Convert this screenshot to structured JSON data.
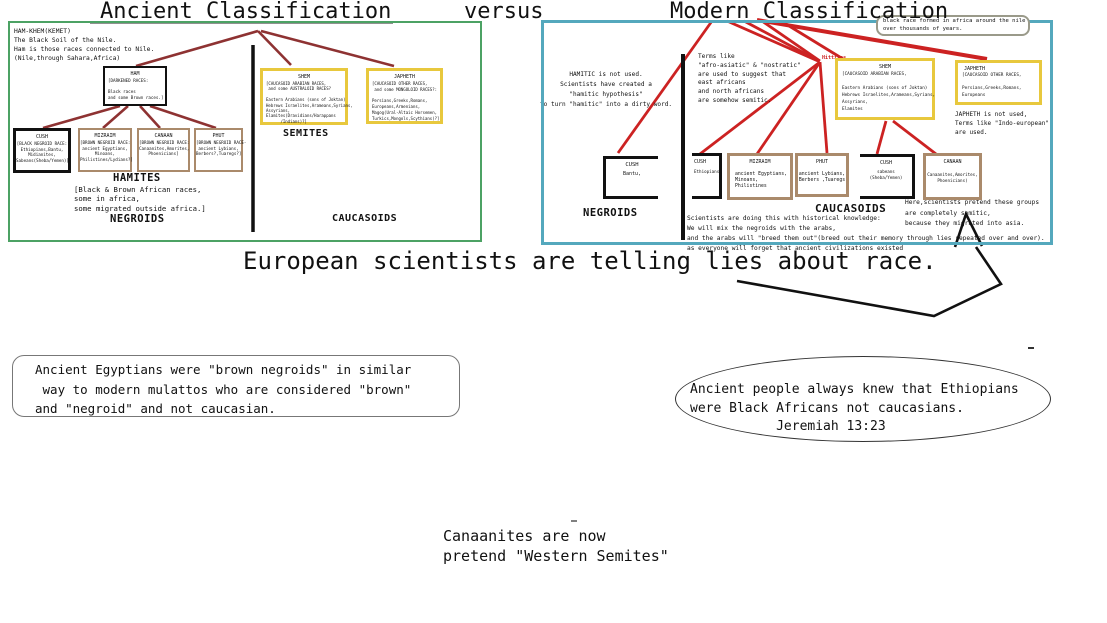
{
  "titles": {
    "ancient": "Ancient Classification",
    "versus": "versus",
    "modern": "Modern Classification"
  },
  "colors": {
    "ancient_border": "#4ca264",
    "modern_border": "#54a8bd",
    "ancient_tree_line": "#8e3232",
    "modern_tree_line": "#cc2222",
    "yellow_box_border": "#e8c83d",
    "brown_box_border": "#aa8a6b",
    "black_box_border": "#111111"
  },
  "ancient_panel": {
    "intro": [
      "HAM-KHEM(KEMET)",
      "The Black Soil of the Nile.",
      "Ham is those races connected to Nile.",
      "(Nile,through Sahara,Africa)"
    ],
    "ham_box": {
      "title": "HAM",
      "lines": [
        "[DARKENED RACES:",
        "",
        "Black races",
        "and some Brown races.]"
      ]
    },
    "cush_box": {
      "title": "CUSH",
      "lines": [
        "[BLACK NEGROID RACE:",
        "Ethiopians,Bantu,",
        "Midianites,",
        "Sabeans(Sheba/Yemen)]"
      ]
    },
    "mizraim_box": {
      "title": "MIZRAIM",
      "lines": [
        "[BROWN NEGROID RACE:",
        "ancient Egyptians,",
        "Minoans,",
        "Philistines/Lydians?]"
      ]
    },
    "canaan_box": {
      "title": "CANAAN",
      "lines": [
        "[BROWN NEGROID RACE:",
        "Canaanites,Amorites,",
        "Phoenicians]"
      ]
    },
    "phut_box": {
      "title": "PHUT",
      "lines": [
        "[BROWN NEGROID RACE-",
        "ancient Lybians,",
        "Berbers?,Tuaregs?]"
      ]
    },
    "hamites_label": "HAMITES",
    "hamites_note": [
      "[Black & Brown African races,",
      "some in africa,",
      "some migrated outside africa.]"
    ],
    "negroids_label": "NEGROIDS",
    "shem_box": {
      "title": "SHEM",
      "lines": [
        "[CAUCASOID ARABIAN RACES,",
        " and some AUSTRALOID RACES?",
        "",
        "Eastern Arabians (sons of Joktan)",
        "Hebrews Israelites,Arameans,Syrians,",
        "Assyrians,",
        "Elamites(Dravidians/Harappans",
        "      /Indians)?]"
      ]
    },
    "semites_label": "SEMITES",
    "japheth_box": {
      "title": "JAPHETH",
      "lines": [
        "[CAUCASOID OTHER RACES,",
        " and some MONGOLOID RACES?:",
        "",
        "Persians,Greeks,Romans,",
        "Europeans,Armenians,",
        "Magog(Ural-Altaic Horsemen,",
        "Turkics,Mongols,Scythians)?]"
      ]
    },
    "caucasoids_label": "CAUCASOIDS"
  },
  "modern_panel": {
    "bubble": [
      "black race formed in africa around the nile",
      "over thousands of years."
    ],
    "hamitic_note": [
      "HAMITIC is not used.",
      "Scientists have created a",
      "\"hamitic hypothesis\"",
      "to turn \"hamitic\" into a dirty word."
    ],
    "terms_note": [
      "Terms like",
      "\"afro-asiatic\" & \"nostratic\"",
      "are used to suggest that",
      "east africans",
      "and north africans",
      "are somehow semitic."
    ],
    "hittites_label": "Hittites",
    "shem_box": {
      "title": "SHEM",
      "lines": [
        "[CAUCASOID ARABIAN RACES,",
        "",
        "Eastern Arabians (sons of Joktan)",
        "Hebrews Israelites,Arameans,Syrians,",
        "Assyrians,",
        "Elamites"
      ]
    },
    "japheth_box": {
      "title": "JAPHETH",
      "lines": [
        "[CAUCASOID OTHER RACES,",
        "",
        "Persians,Greeks,Romans,",
        "Europeans"
      ]
    },
    "japheth_note": [
      "JAPHETH is not used,",
      "Terms like \"Indo-european\"",
      "are used."
    ],
    "cush1_box": {
      "title": "CUSH",
      "lines": [
        "Bantu,"
      ]
    },
    "cush2_box": {
      "title": "CUSH",
      "lines": [
        "Ethiopians."
      ]
    },
    "mizraim_box": {
      "title": "MIZRAIM",
      "lines": [
        "",
        "ancient Egyptians,",
        "Minoans,",
        "Philistines"
      ]
    },
    "phut_box": {
      "title": "PHUT",
      "lines": [
        "",
        "ancient Lybians,",
        "Berbers ,Tuaregs"
      ]
    },
    "cush3_box": {
      "title": "CUSH",
      "lines": [
        "sabeans",
        "(Sheba/Yemen)"
      ]
    },
    "canaan_box": {
      "title": "CANAAN",
      "lines": [
        "",
        "Canaanites,Amorites,",
        "Phoenicians)"
      ]
    },
    "negroids_label": "NEGROIDS",
    "caucasoids_label": "CAUCASOIDS",
    "pretend_note": [
      "Here,scientists pretend these groups",
      "are completely semitic,",
      "because they migrated into asia."
    ],
    "plan_note": [
      "Scientists are doing this with historical knowledge:",
      "We will mix the negroids with the arabs,",
      "and the arabs will \"breed them out\"(breed out their memory through lies repeated over and over).",
      "as everyone will forget that ancient civilizations existed"
    ]
  },
  "statements": {
    "lies": "European scientists are telling lies about race.",
    "egyptians_box": [
      "Ancient Egyptians were \"brown negroids\" in similar",
      " way to modern mulattos who are considered \"brown\"",
      "and \"negroid\" and not caucasian."
    ],
    "ethiopians_ellipse": [
      "Ancient people always knew that Ethiopians",
      "were Black Africans not caucasians.",
      "           Jeremiah 13:23"
    ],
    "canaanites": [
      "Canaanites are now",
      "pretend \"Western Semites\""
    ]
  }
}
